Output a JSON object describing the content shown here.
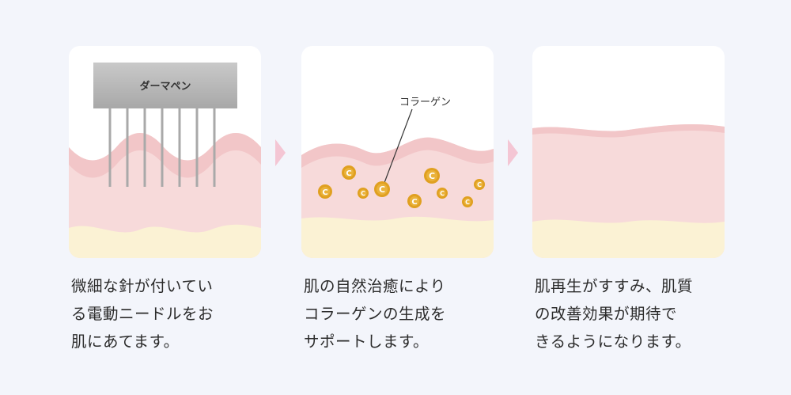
{
  "panels": [
    {
      "pen_label": "ダーマペン",
      "caption": "微細な針が付いてい\nる電動ニードルをお\n肌にあてます。"
    },
    {
      "collagen_label": "コラーゲン",
      "caption": "肌の自然治癒により\nコラーゲンの生成を\nサポートします。"
    },
    {
      "caption": "肌再生がすすみ、肌質\nの改善効果が期待で\nきるようになります。"
    }
  ],
  "colors": {
    "background": "#f3f5fb",
    "skin_pink": "#f7dada",
    "skin_surface": "#f2c6c8",
    "fat_yellow": "#fbf2d4",
    "collagen_orange": "#e0a020",
    "arrow_pink": "#f4c6d4",
    "metal_gray": "#bdbdbd"
  },
  "icons": {
    "particle": "collagen-c-circle",
    "arrow": "chevron-right-icon",
    "tool": "derma-pen-icon"
  }
}
